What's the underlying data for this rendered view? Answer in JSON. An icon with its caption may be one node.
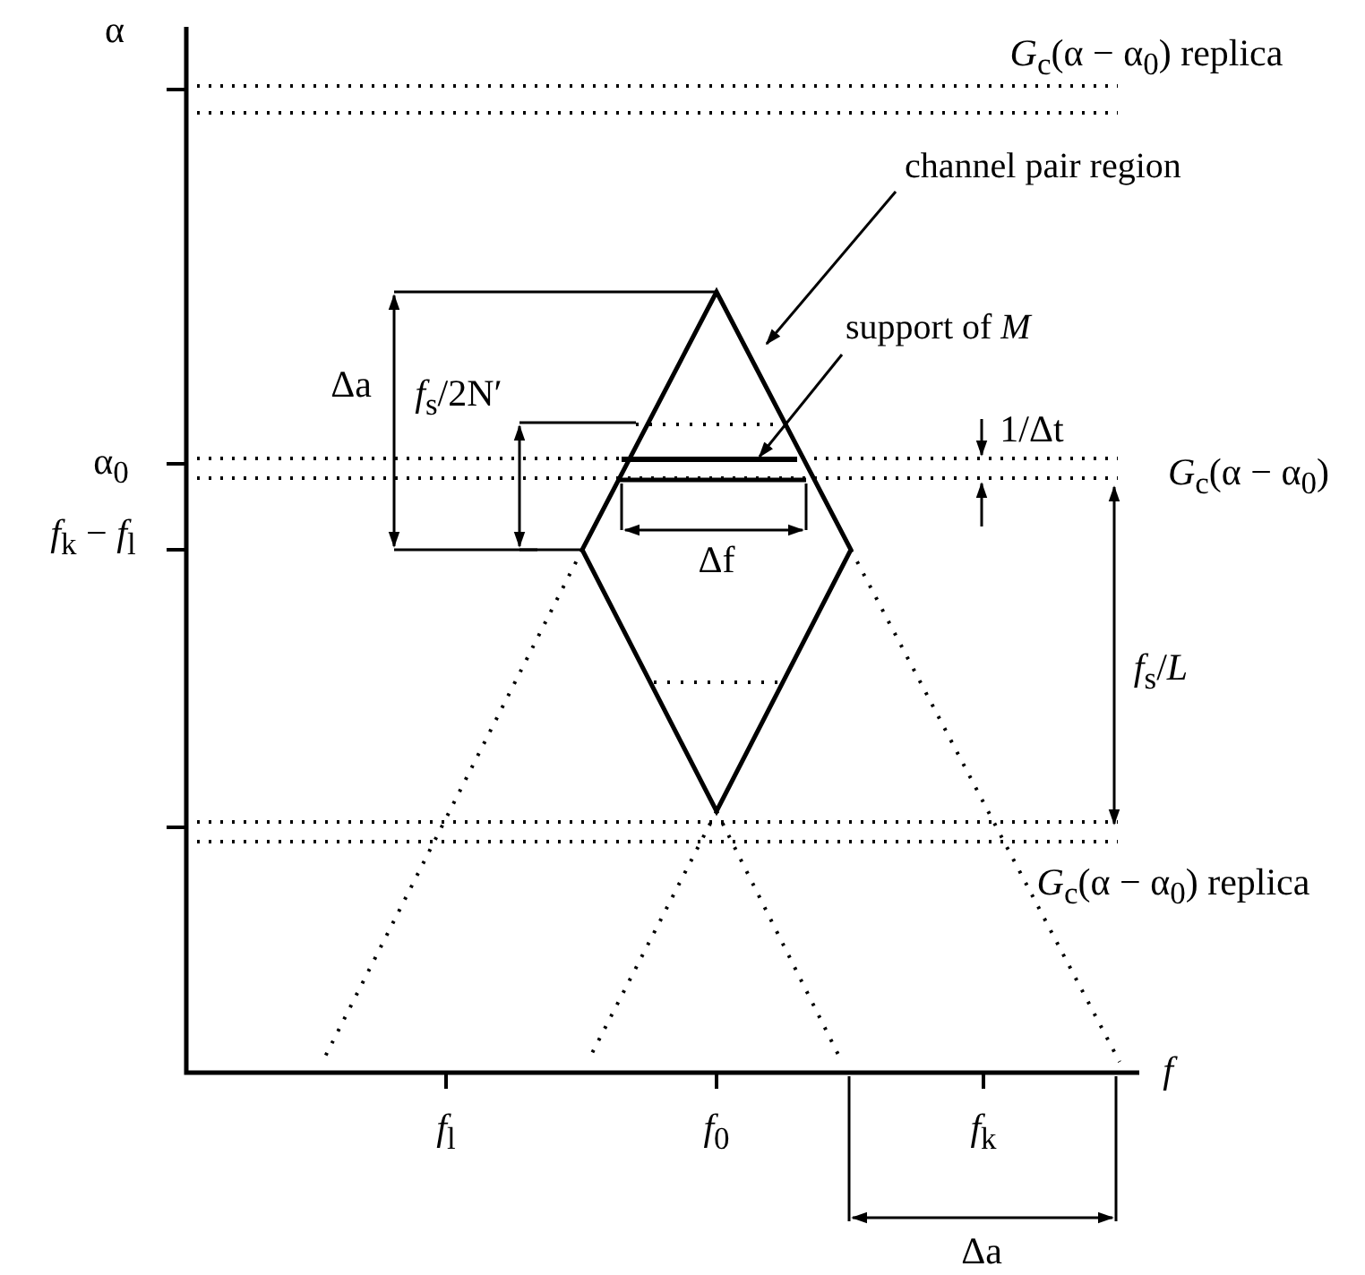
{
  "diagram": {
    "nodes": [
      {
        "text": [
          "channel pair region"
        ]
      },
      {
        "text": [],
        "shape": "diamond"
      },
      {
        "text": [
          "support of *M*"
        ]
      },
      {
        "text": [],
        "shape": "bar",
        "in": 1
      }
    ],
    "edges": [
      {
        "from": 0,
        "to": 1,
        "arrow": "to"
      },
      {
        "from": 2,
        "to": 3,
        "arrow": "to"
      }
    ],
    "labels": [
      "α",
      "*G*$_{c}$(α − α$_{0}$) replica",
      "Δa",
      "*f*$_{s}$/2N′",
      "α$_{0}$",
      "1/Δt",
      "*G*$_{c}$(α − α$_{0}$)",
      "*f*$_{k}$ − *f*$_{l}$",
      "Δf",
      "*f*$_{s}$/*L*",
      "*G*$_{c}$(α − α$_{0}$) replica",
      "*f*",
      "*f*$_{l}$",
      "*f*$_{0}$",
      "*f*$_{k}$",
      "Δa"
    ]
  }
}
